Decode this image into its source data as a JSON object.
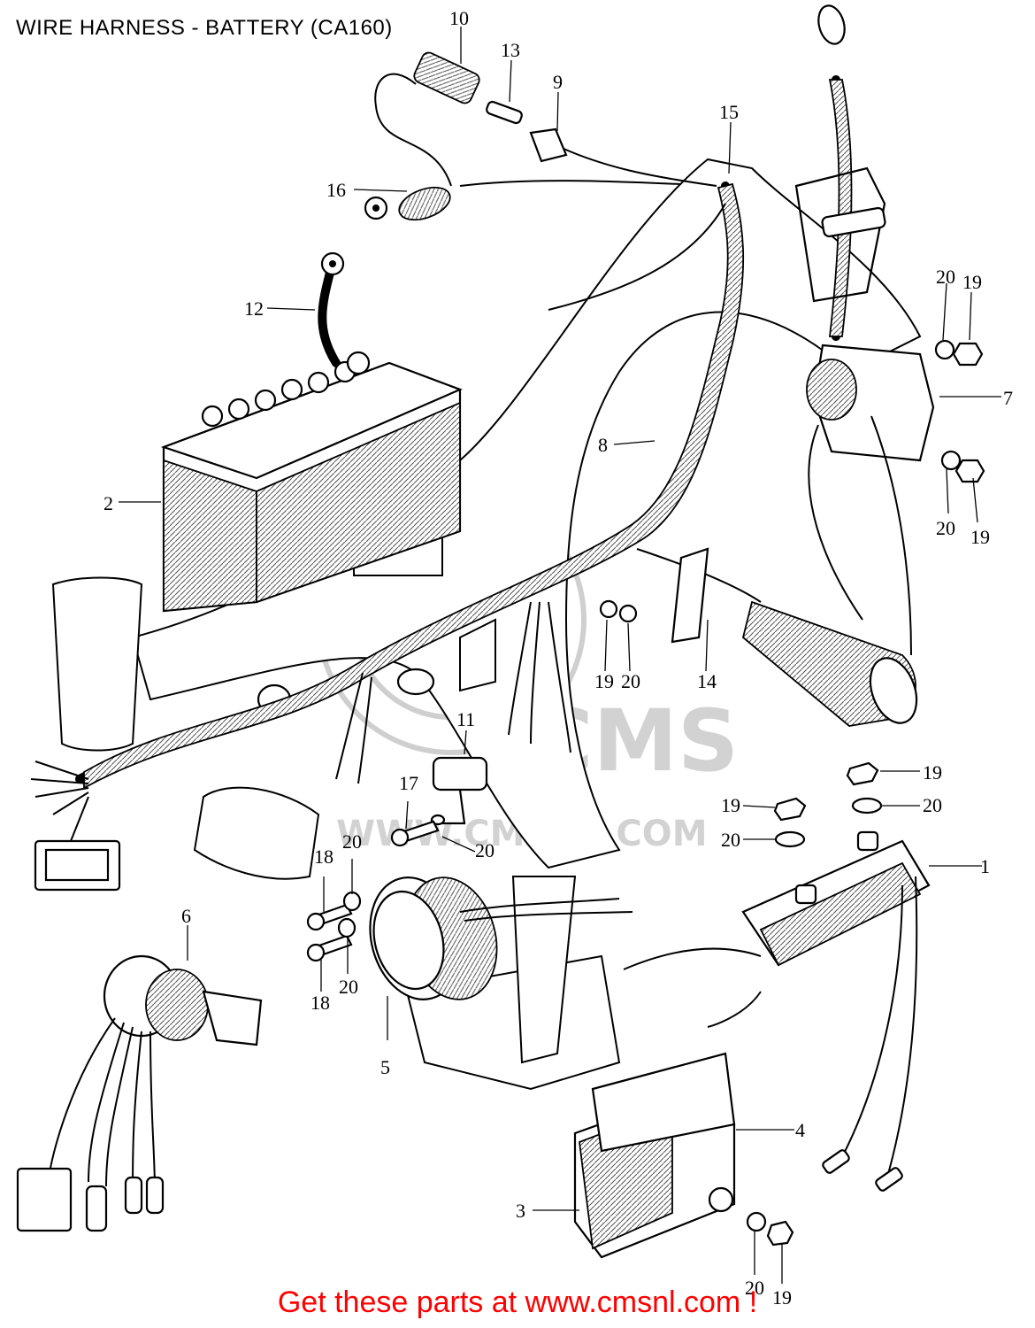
{
  "title": "WIRE HARNESS - BATTERY (CA160)",
  "footer": "Get these parts at www.cmsnl.com !",
  "watermark": {
    "site": "WWW.CMSNL.COM",
    "logo": "CMS"
  },
  "callouts": [
    {
      "id": "c-10a",
      "text": "10"
    },
    {
      "id": "c-13",
      "text": "13"
    },
    {
      "id": "c-9",
      "text": "9"
    },
    {
      "id": "c-15",
      "text": "15"
    },
    {
      "id": "c-16",
      "text": "16"
    },
    {
      "id": "c-12",
      "text": "12"
    },
    {
      "id": "c-20a",
      "text": "20"
    },
    {
      "id": "c-19a",
      "text": "19"
    },
    {
      "id": "c-7",
      "text": "7"
    },
    {
      "id": "c-8",
      "text": "8"
    },
    {
      "id": "c-2",
      "text": "2"
    },
    {
      "id": "c-20b",
      "text": "20"
    },
    {
      "id": "c-19b",
      "text": "19"
    },
    {
      "id": "c-19c",
      "text": "19"
    },
    {
      "id": "c-20c",
      "text": "20"
    },
    {
      "id": "c-14",
      "text": "14"
    },
    {
      "id": "c-11",
      "text": "11"
    },
    {
      "id": "c-19d",
      "text": "19"
    },
    {
      "id": "c-19e",
      "text": "19"
    },
    {
      "id": "c-20d",
      "text": "20"
    },
    {
      "id": "c-20e",
      "text": "20"
    },
    {
      "id": "c-17",
      "text": "17"
    },
    {
      "id": "c-20f",
      "text": "20"
    },
    {
      "id": "c-18a",
      "text": "18"
    },
    {
      "id": "c-20g",
      "text": "20"
    },
    {
      "id": "c-1",
      "text": "1"
    },
    {
      "id": "c-6",
      "text": "6"
    },
    {
      "id": "c-18b",
      "text": "18"
    },
    {
      "id": "c-20h",
      "text": "20"
    },
    {
      "id": "c-5",
      "text": "5"
    },
    {
      "id": "c-4",
      "text": "4"
    },
    {
      "id": "c-3",
      "text": "3"
    },
    {
      "id": "c-20i",
      "text": "20"
    },
    {
      "id": "c-19f",
      "text": "19"
    }
  ]
}
